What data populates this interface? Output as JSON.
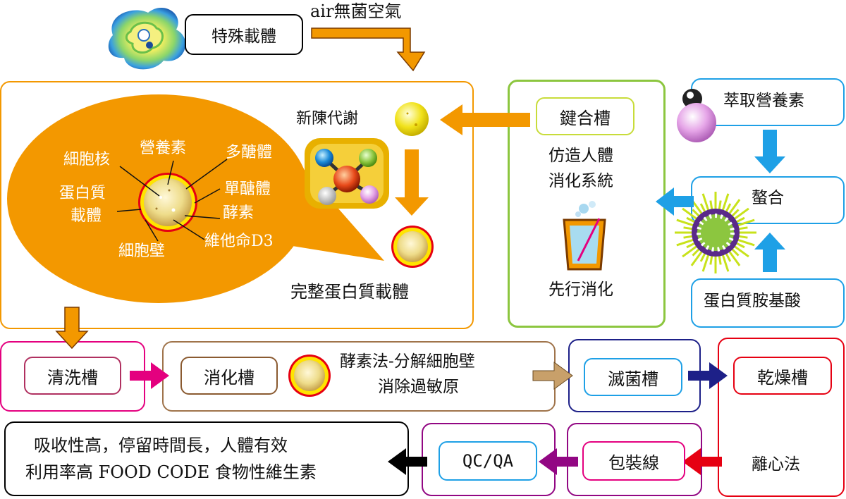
{
  "top": {
    "carrier_label": "特殊載體",
    "air_label": "air無菌空氣"
  },
  "main": {
    "metabolism_label": "新陳代謝",
    "complete_carrier_label": "完整蛋白質載體",
    "cell_labels": {
      "nucleus": "細胞核",
      "nutrients": "營養素",
      "polysaccharide": "多醣體",
      "protein_carrier_1": "蛋白質",
      "protein_carrier_2": "載體",
      "monosaccharide": "單醣體",
      "enzyme": "酵素",
      "vitamin": "維他命D3",
      "cell_wall": "細胞壁"
    }
  },
  "digestion": {
    "tank_label": "鍵合槽",
    "simulate_line1": "仿造人體",
    "simulate_line2": "消化系統",
    "predigest_label": "先行消化"
  },
  "right": {
    "extract_label": "萃取營養素",
    "chelate_label": "螯合",
    "amino_label": "蛋白質胺基酸"
  },
  "process": {
    "wash_label": "清洗槽",
    "digest_label": "消化槽",
    "enzyme_line1": "酵素法-分解細胞壁",
    "enzyme_line2": "消除過敏原",
    "sterilize_label": "滅菌槽",
    "dry_label": "乾燥槽",
    "centrifuge_label": "離心法",
    "packing_label": "包裝線",
    "qcqa_label": "QC/QA"
  },
  "result": {
    "line1": "吸收性高，停留時間長，人體有效",
    "line2": "利用率高 FOOD CODE 食物性維生素"
  },
  "colors": {
    "orange": "#f39800",
    "green": "#8cc63f",
    "blue": "#1ea0e6",
    "magenta": "#e4007f",
    "purple": "#920783",
    "navy": "#1d2088",
    "red": "#e60012",
    "brown": "#a0744b",
    "black": "#000000"
  }
}
